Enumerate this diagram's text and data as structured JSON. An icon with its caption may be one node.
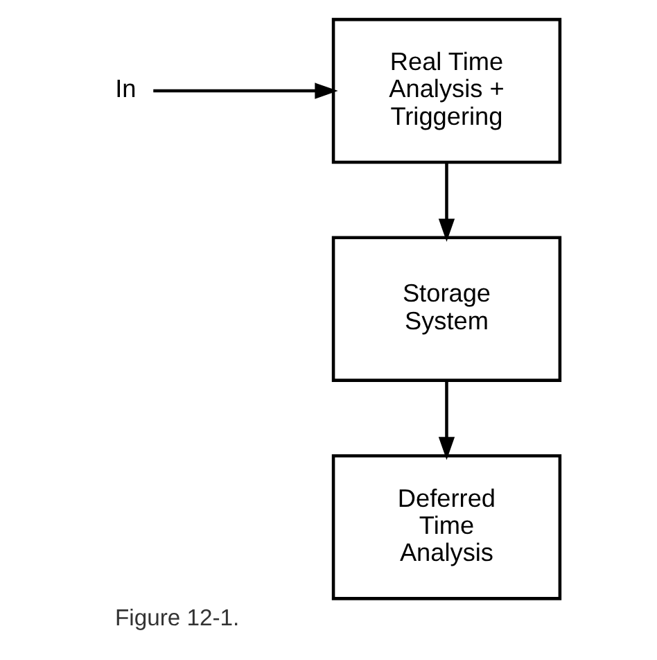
{
  "diagram": {
    "caption": "Figure 12-1.",
    "nodes": [
      {
        "text": [
          "In"
        ]
      },
      {
        "text": [
          "Real Time Analysis + Triggering"
        ]
      },
      {
        "text": [
          "Storage System"
        ]
      },
      {
        "text": [
          "Deferred Time Analysis"
        ]
      }
    ],
    "edges": [
      {
        "from": 0,
        "to": 1,
        "arrow": "to"
      },
      {
        "from": 1,
        "to": 2,
        "arrow": "to"
      },
      {
        "from": 2,
        "to": 3,
        "arrow": "to"
      }
    ]
  }
}
